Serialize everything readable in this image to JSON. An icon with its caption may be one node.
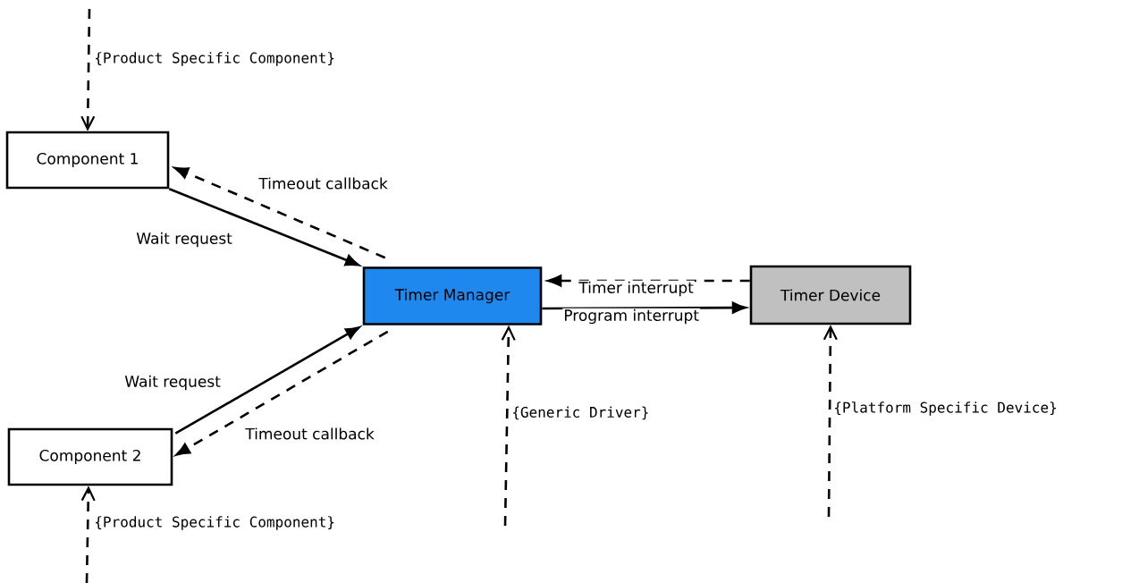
{
  "diagram": {
    "nodes": [
      {
        "text": [
          "Component 1"
        ]
      },
      {
        "text": [
          "Timer Manager"
        ]
      },
      {
        "text": [
          "Timer Device"
        ]
      },
      {
        "text": [
          "Component 2"
        ]
      }
    ],
    "edges": [
      {
        "from": 0,
        "to": 1,
        "arrow": "to",
        "label": "Wait request"
      },
      {
        "from": 1,
        "to": 0,
        "arrow": "to",
        "label": "Timeout callback",
        "style": "dashed"
      },
      {
        "from": 2,
        "to": 1,
        "arrow": "to",
        "label": "Timer interrupt",
        "style": "dashed"
      },
      {
        "from": 1,
        "to": 2,
        "arrow": "to",
        "label": "Program interrupt"
      },
      {
        "from": 3,
        "to": 1,
        "arrow": "to",
        "label": "Wait request"
      },
      {
        "from": 1,
        "to": 3,
        "arrow": "to",
        "label": "Timeout callback",
        "style": "dashed"
      },
      {
        "from": null,
        "to": 0,
        "arrow": "to",
        "label": "{Product Specific Component}",
        "style": "dashed"
      },
      {
        "from": null,
        "to": 3,
        "arrow": "to",
        "label": "{Product Specific Component}",
        "style": "dashed"
      },
      {
        "from": null,
        "to": 1,
        "arrow": "to",
        "label": "{Generic Driver}",
        "style": "dashed"
      },
      {
        "from": null,
        "to": 2,
        "arrow": "to",
        "label": "{Platform Specific Device}",
        "style": "dashed"
      }
    ]
  }
}
